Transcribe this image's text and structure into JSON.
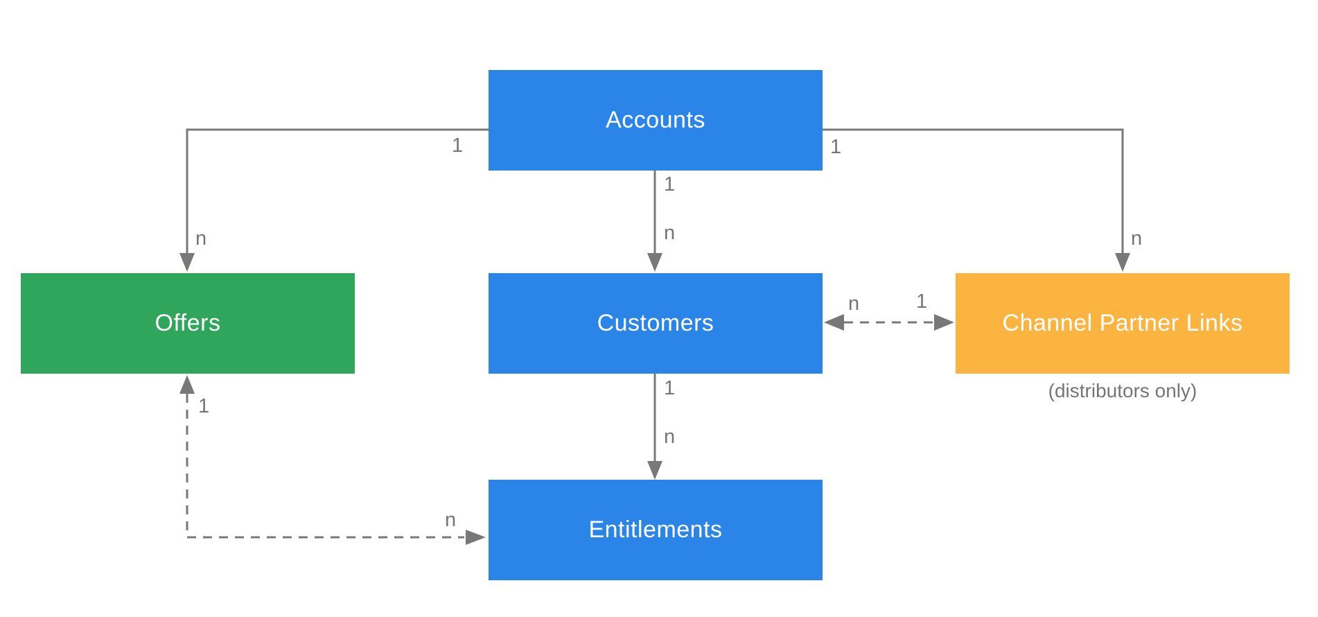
{
  "diagram": {
    "background": "#ffffff",
    "palette": {
      "account_blue": "#2b84e8",
      "offer_green": "#30a65c",
      "partner_orange": "#fbb440",
      "connector_gray": "#787878",
      "label_gray": "#757575",
      "node_text": "#ffffff"
    },
    "nodes": [
      {
        "id": "accounts",
        "label": "Accounts",
        "color": "#2b84e8"
      },
      {
        "id": "offers",
        "label": "Offers",
        "color": "#30a65c"
      },
      {
        "id": "customers",
        "label": "Customers",
        "color": "#2b84e8"
      },
      {
        "id": "channel-partner-links",
        "label": "Channel Partner Links",
        "color": "#fbb440",
        "note": "(distributors only)"
      },
      {
        "id": "entitlements",
        "label": "Entitlements",
        "color": "#2b84e8"
      }
    ],
    "edges": [
      {
        "from": "Accounts",
        "to": "Offers",
        "style": "solid",
        "from_label": "1",
        "to_label": "n"
      },
      {
        "from": "Accounts",
        "to": "Customers",
        "style": "solid",
        "from_label": "1",
        "to_label": "n"
      },
      {
        "from": "Accounts",
        "to": "Channel Partner Links",
        "style": "solid",
        "from_label": "1",
        "to_label": "n"
      },
      {
        "from": "Customers",
        "to": "Channel Partner Links",
        "style": "dashed-bidirectional",
        "from_label": "n",
        "to_label": "1"
      },
      {
        "from": "Customers",
        "to": "Entitlements",
        "style": "solid",
        "from_label": "1",
        "to_label": "n"
      },
      {
        "from": "Offers",
        "to": "Entitlements",
        "style": "dashed",
        "from_label": "1",
        "to_label": "n"
      }
    ]
  }
}
